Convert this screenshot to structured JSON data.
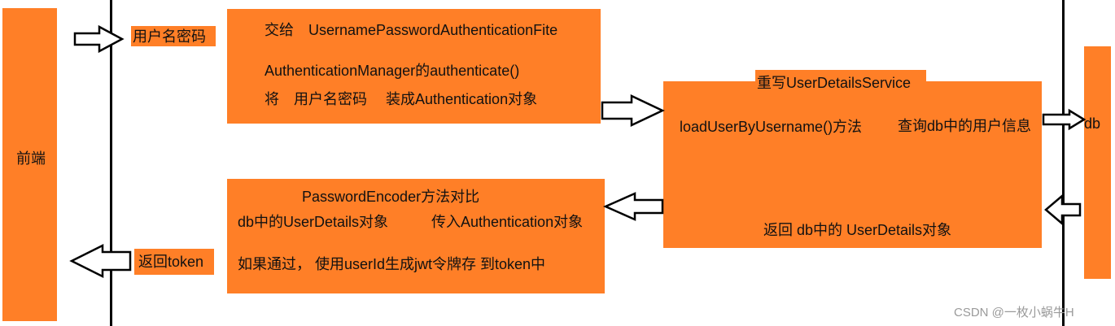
{
  "frontend": {
    "label": "前端"
  },
  "db": {
    "label": "db"
  },
  "step_credentials": {
    "label": "用户名密码"
  },
  "auth_filter": {
    "line1": "交给　UsernamePasswordAuthenticationFite",
    "line2": "AuthenticationManager的authenticate()",
    "line3": "将　用户名密码　 装成Authentication对象"
  },
  "user_details_service": {
    "title": "重写UserDetailsService",
    "method": "loadUserByUsername()方法",
    "query": "查询db中的用户信息",
    "return": "返回 db中的 UserDetails对象"
  },
  "password_encoder": {
    "line1": "PasswordEncoder方法对比",
    "line2_left": "db中的UserDetails对象",
    "line2_right": "传入Authentication对象",
    "line3": "如果通过， 使用userId生成jwt令牌存 到token中"
  },
  "return_token": {
    "label": "返回token"
  },
  "watermark": "CSDN @一枚小蜗牛H"
}
